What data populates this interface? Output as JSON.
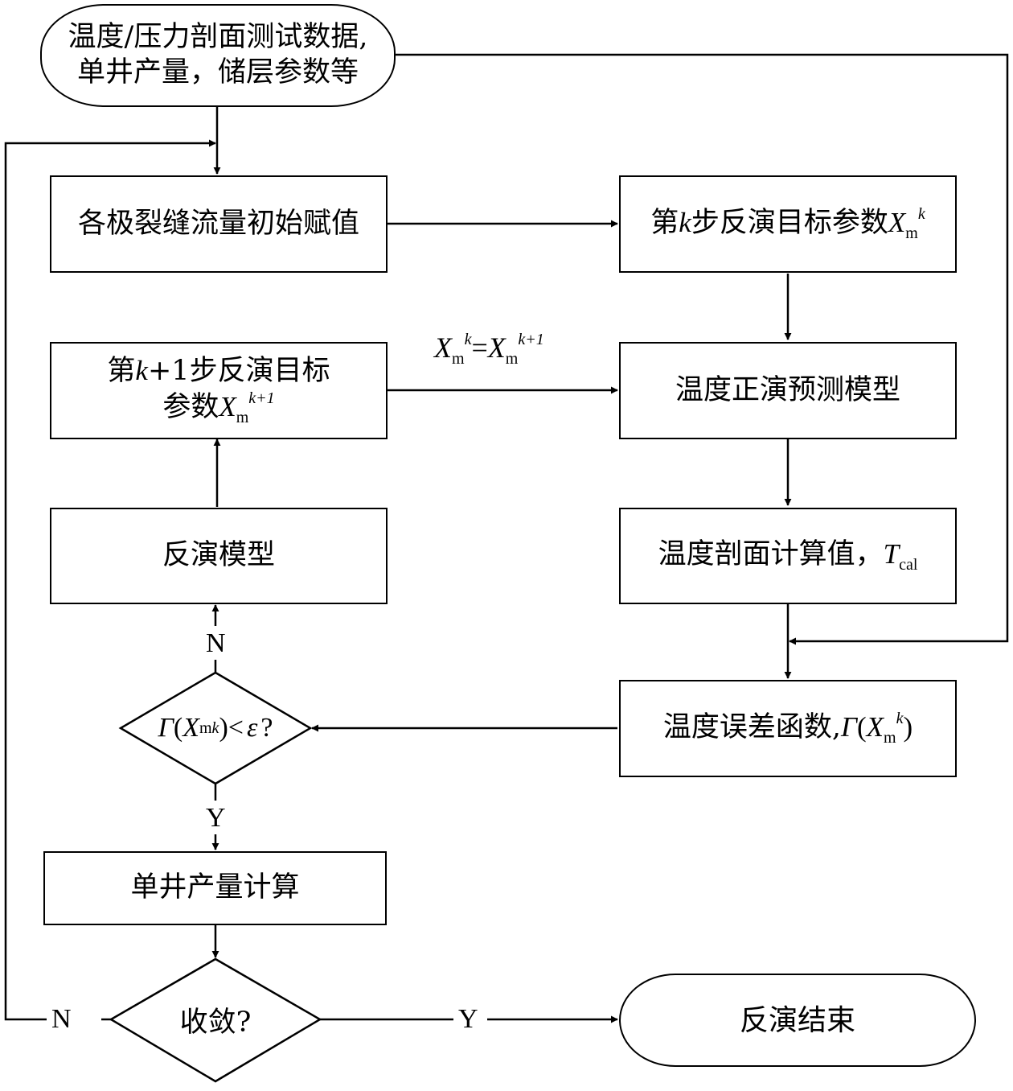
{
  "nodes": {
    "start_line1": "温度/压力剖面测试数据,",
    "start_line2": "单井产量，储层参数等",
    "init": "各极裂缝流量初始赋值",
    "step_k_prefix": "第",
    "step_k_k": "k",
    "step_k_mid": "步反演目标参数",
    "var_X": "X",
    "var_m": "m",
    "var_k": "k",
    "var_k1": "k+1",
    "step_k1_prefix": "第",
    "step_k1_k": "k",
    "step_k1_mid": "+1步反演目标",
    "step_k1_line2": "参数",
    "forward_model": "温度正演预测模型",
    "inversion_model": "反演模型",
    "temp_calc_text": "温度剖面计算值，",
    "temp_calc_T": "T",
    "temp_calc_sub": "cal",
    "error_text": "温度误差函数,",
    "gamma": "Γ",
    "lparen": "(",
    "rparen": ")",
    "lt": "<",
    "eps": "ε",
    "qmark": "?",
    "eq": "=",
    "production": "单井产量计算",
    "converge": "收敛?",
    "end": "反演结束"
  },
  "edge_labels": {
    "n_upper": "N",
    "y_upper": "Y",
    "n_lower": "N",
    "y_lower": "Y"
  }
}
